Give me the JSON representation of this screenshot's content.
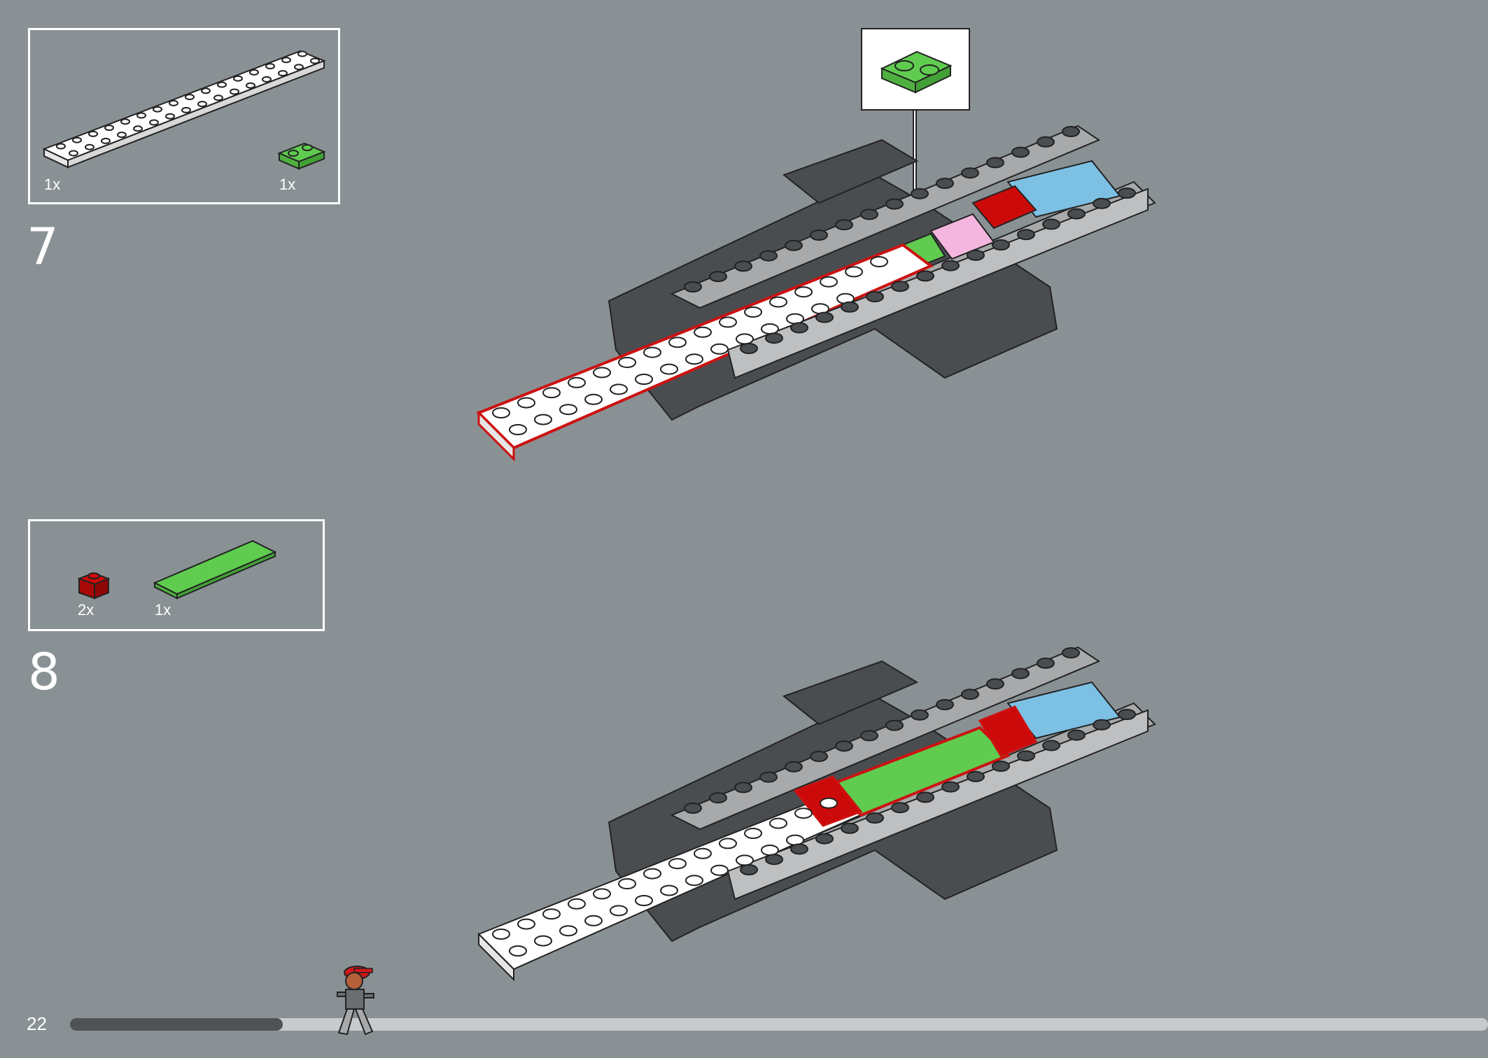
{
  "steps": [
    {
      "number": "7",
      "parts": [
        {
          "qty": "1x",
          "part": "white-plate-2x16-icon",
          "color": "#ffffff"
        },
        {
          "qty": "1x",
          "part": "green-plate-1x2-icon",
          "color": "#5fcc4f"
        }
      ],
      "callout_part": "green-plate-1x2-icon"
    },
    {
      "number": "8",
      "parts": [
        {
          "qty": "2x",
          "part": "red-brick-1x1-icon",
          "color": "#cc0a0a"
        },
        {
          "qty": "1x",
          "part": "green-tile-2x6-icon",
          "color": "#5fcc4f"
        }
      ]
    }
  ],
  "footer": {
    "page_number": "22",
    "progress": 0.15
  },
  "colors": {
    "background": "#8a9194",
    "highlight": "#cc1111",
    "dark_gray": "#4a4d50",
    "light_gray": "#a7a9ab",
    "sky_blue": "#7cc0e4",
    "pink": "#f4b6de"
  }
}
